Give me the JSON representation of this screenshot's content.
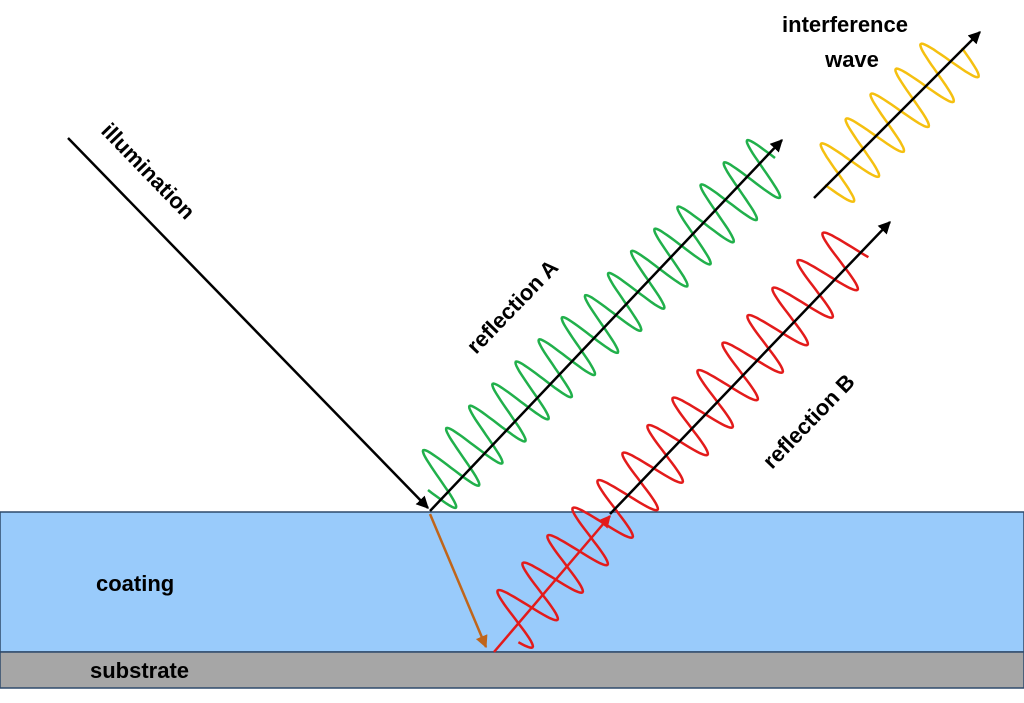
{
  "labels": {
    "illumination": "illumination",
    "reflection_a": "reflection A",
    "reflection_b": "reflection B",
    "interference_line1": "interference",
    "interference_line2": "wave",
    "coating": "coating",
    "substrate": "substrate"
  },
  "colors": {
    "coating_fill": "#99cbfb",
    "coating_border": "#2e4a6b",
    "substrate_fill": "#a6a6a6",
    "wave_a": "#21b04b",
    "wave_b": "#e31b1b",
    "interference_wave": "#f5c010",
    "refracted_arrow": "#c0651a",
    "ray": "#000000"
  }
}
